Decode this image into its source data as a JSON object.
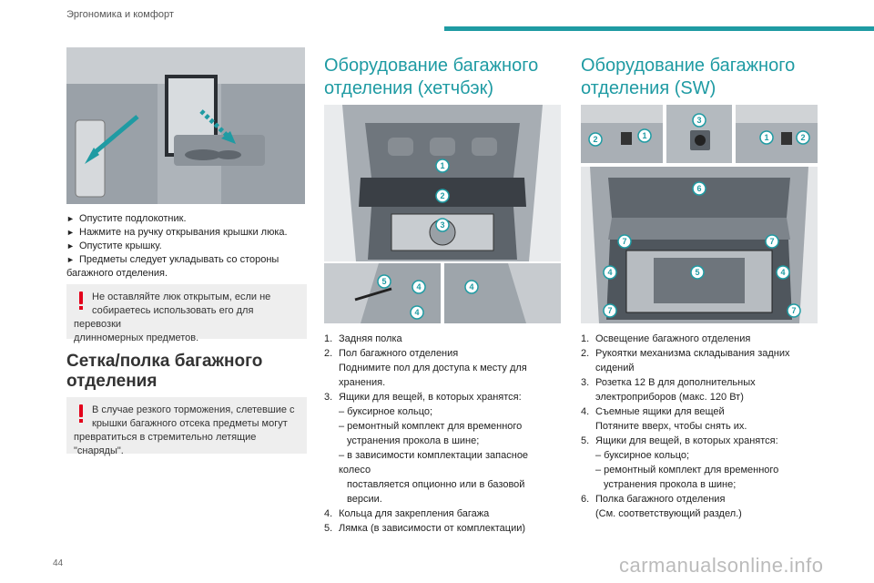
{
  "header": {
    "section": "Эргономика и комфорт"
  },
  "left": {
    "bullets": [
      "Опустите подлокотник.",
      "Нажмите на ручку открывания крышки люка.",
      "Опустите крышку.",
      "Предметы следует укладывать со стороны"
    ],
    "bullet_continuation": "багажного отделения.",
    "warning1": [
      "Не оставляйте люк открытым, если не",
      "собираетесь использовать его для перевозки",
      "длинномерных предметов."
    ],
    "subheading": [
      "Сетка/полка багажного",
      "отделения"
    ],
    "warning2": [
      "В случае резкого торможения, слетевшие с",
      "крышки багажного отсека предметы могут",
      "превратиться в стремительно летящие \"снаряды\"."
    ]
  },
  "middle": {
    "heading": [
      "Оборудование багажного",
      "отделения (хетчбэк)"
    ],
    "callouts": [
      "1",
      "2",
      "3",
      "5",
      "4",
      "4",
      "4"
    ],
    "items": [
      {
        "n": "1.",
        "lines": [
          "Задняя полка"
        ]
      },
      {
        "n": "2.",
        "lines": [
          "Пол багажного отделения",
          "Поднимите пол для доступа к месту для",
          "хранения."
        ]
      },
      {
        "n": "3.",
        "lines": [
          "Ящики для вещей, в которых хранятся:"
        ]
      },
      {
        "n": "",
        "lines": [
          "– буксирное кольцо;",
          "– ремонтный комплект для временного",
          "устранения прокола в шине;",
          "– в зависимости комплектации запасное колесо",
          "поставляется опционно или в базовой версии."
        ]
      },
      {
        "n": "4.",
        "lines": [
          "Кольца для закрепления багажа"
        ]
      },
      {
        "n": "5.",
        "lines": [
          "Лямка (в зависимости от комплектации)"
        ]
      }
    ]
  },
  "right": {
    "heading": [
      "Оборудование багажного",
      "отделения (SW)"
    ],
    "callouts": [
      "2",
      "1",
      "3",
      "1",
      "2",
      "6",
      "7",
      "7",
      "4",
      "5",
      "4",
      "7",
      "7"
    ],
    "items": [
      {
        "n": "1.",
        "lines": [
          "Освещение багажного отделения"
        ]
      },
      {
        "n": "2.",
        "lines": [
          "Рукоятки механизма складывания задних",
          "сидений"
        ]
      },
      {
        "n": "3.",
        "lines": [
          "Розетка 12 В для дополнительных",
          "электроприборов (макс. 120 Вт)"
        ]
      },
      {
        "n": "4.",
        "lines": [
          "Съемные ящики для вещей",
          "Потяните вверх, чтобы снять их."
        ]
      },
      {
        "n": "5.",
        "lines": [
          "Ящики для вещей, в которых хранятся:"
        ]
      },
      {
        "n": "",
        "lines": [
          "– буксирное кольцо;",
          "– ремонтный комплект для временного",
          "устранения прокола в шине;"
        ]
      },
      {
        "n": "6.",
        "lines": [
          "Полка багажного отделения",
          "(См. соответствующий раздел.)"
        ]
      }
    ]
  },
  "footer": {
    "page": "44",
    "watermark": "carmanualsonline.info"
  },
  "colors": {
    "accent": "#1f9ba3",
    "warning": "#e3001b",
    "panel": "#eeeeee"
  }
}
